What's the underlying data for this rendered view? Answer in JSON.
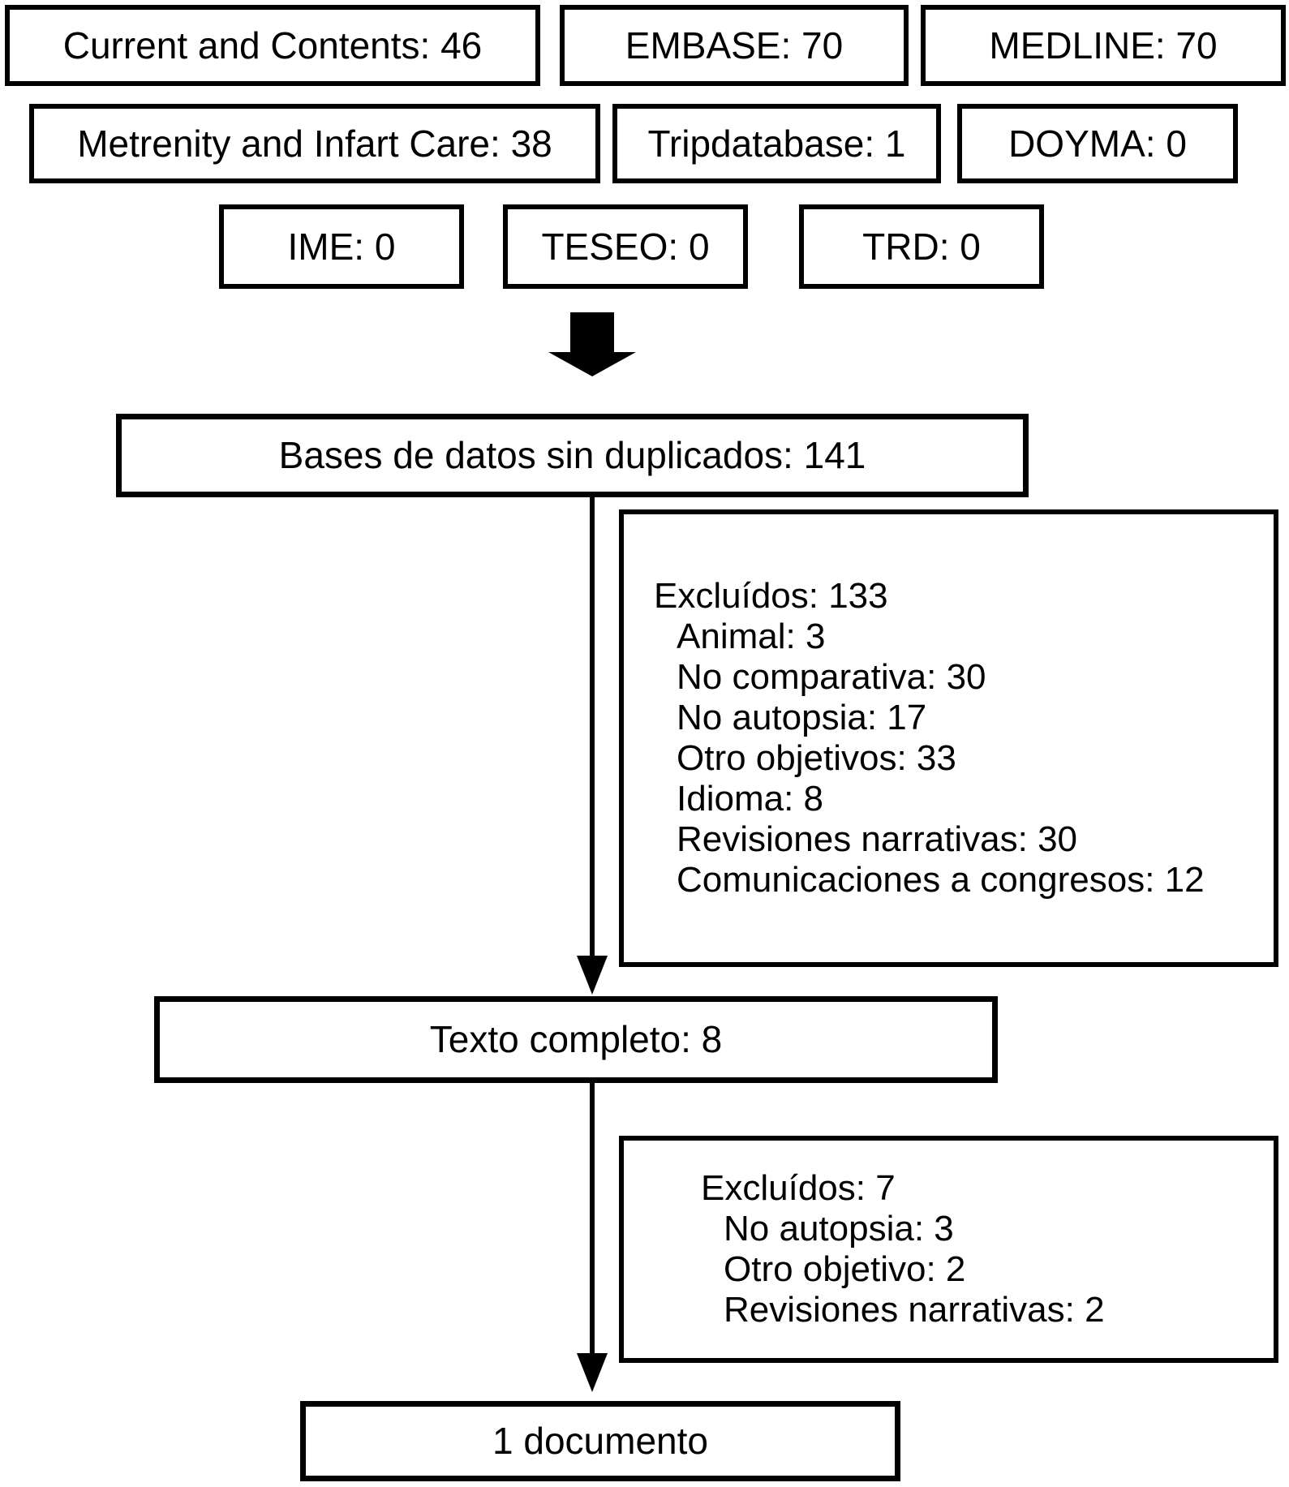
{
  "colors": {
    "ink": "#000000",
    "paper": "#ffffff"
  },
  "flow": {
    "row1": [
      "Current and Contents: 46",
      "EMBASE: 70",
      "MEDLINE: 70"
    ],
    "row2": [
      "Metrenity and Infart Care: 38",
      "Tripdatabase: 1",
      "DOYMA: 0"
    ],
    "row3": [
      "IME: 0",
      "TESEO: 0",
      "TRD: 0"
    ],
    "dedup": "Bases de datos sin duplicados: 141",
    "excluded1": {
      "title": "Excluídos: 133",
      "items": [
        "Animal: 3",
        "No comparativa: 30",
        "No autopsia: 17",
        "Otro objetivos: 33",
        "Idioma: 8",
        "Revisiones narrativas: 30",
        "Comunicaciones a congresos: 12"
      ]
    },
    "fulltext": "Texto completo: 8",
    "excluded2": {
      "title": "Excluídos: 7",
      "items": [
        "No autopsia: 3",
        "Otro objetivo: 2",
        "Revisiones narrativas: 2"
      ]
    },
    "final": "1 documento"
  }
}
